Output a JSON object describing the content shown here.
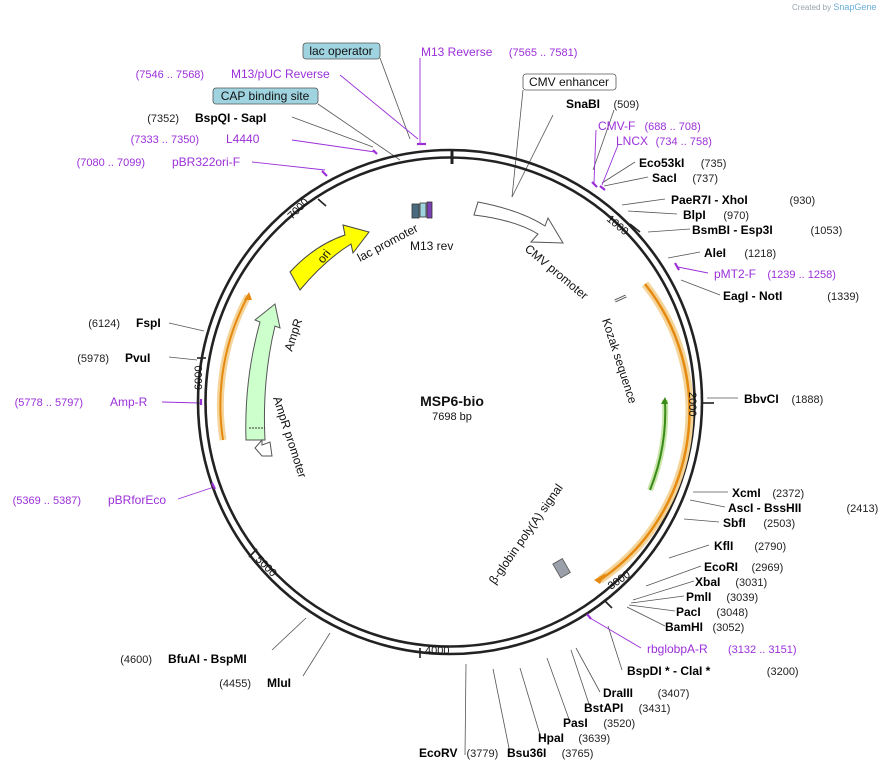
{
  "watermark": {
    "prefix": "Created by",
    "brand": "SnapGene"
  },
  "plasmid": {
    "name": "MSP6-bio",
    "size": "7698 bp"
  },
  "ticks": [
    "1000",
    "2000",
    "3000",
    "4000",
    "5000",
    "6000",
    "7000"
  ],
  "features": {
    "lac_operator": "lac operator",
    "cap_site": "CAP binding site",
    "cmv_enhancer": "CMV enhancer",
    "lac_promoter": "lac promoter",
    "m13_rev": "M13 rev",
    "ori": "ori",
    "ampr": "AmpR",
    "ampr_promoter": "AmpR promoter",
    "cmv_promoter": "CMV promoter",
    "kozak": "Kozak sequence",
    "polya": "β-globin poly(A) signal"
  },
  "enzymes": [
    {
      "name": "SnaBI",
      "pos": "(509)"
    },
    {
      "name": "Eco53kI",
      "pos": "(735)"
    },
    {
      "name": "SacI",
      "pos": "(737)"
    },
    {
      "name": "PaeR7I",
      "name2": "XhoI",
      "pos": "(930)"
    },
    {
      "name": "BlpI",
      "pos": "(970)"
    },
    {
      "name": "BsmBI",
      "name2": "Esp3I",
      "pos": "(1053)"
    },
    {
      "name": "AleI",
      "pos": "(1218)"
    },
    {
      "name": "EagI",
      "name2": "NotI",
      "pos": "(1339)"
    },
    {
      "name": "BbvCI",
      "pos": "(1888)"
    },
    {
      "name": "XcmI",
      "pos": "(2372)"
    },
    {
      "name": "AscI",
      "name2": "BssHII",
      "pos": "(2413)"
    },
    {
      "name": "SbfI",
      "pos": "(2503)"
    },
    {
      "name": "KflI",
      "pos": "(2790)"
    },
    {
      "name": "EcoRI",
      "pos": "(2969)"
    },
    {
      "name": "XbaI",
      "pos": "(3031)"
    },
    {
      "name": "PmlI",
      "pos": "(3039)"
    },
    {
      "name": "PacI",
      "pos": "(3048)"
    },
    {
      "name": "BamHI",
      "pos": "(3052)"
    },
    {
      "name": "BspDI *",
      "name2": "ClaI *",
      "pos": "(3200)"
    },
    {
      "name": "DraIII",
      "pos": "(3407)"
    },
    {
      "name": "BstAPI",
      "pos": "(3431)"
    },
    {
      "name": "PasI",
      "pos": "(3520)"
    },
    {
      "name": "HpaI",
      "pos": "(3639)"
    },
    {
      "name": "Bsu36I",
      "pos": "(3765)"
    },
    {
      "name": "EcoRV",
      "pos": "(3779)"
    },
    {
      "name": "MluI",
      "pos": "(4455)"
    },
    {
      "name": "BfuAI",
      "name2": "BspMI",
      "pos": "(4600)"
    },
    {
      "name": "PvuI",
      "pos": "(5978)"
    },
    {
      "name": "FspI",
      "pos": "(6124)"
    },
    {
      "name": "BspQI",
      "name2": "SapI",
      "pos": "(7352)"
    }
  ],
  "primers": [
    {
      "name": "M13 Reverse",
      "range": "(7565 .. 7581)"
    },
    {
      "name": "M13/pUC Reverse",
      "range": "(7546 .. 7568)"
    },
    {
      "name": "L4440",
      "range": "(7333 .. 7350)"
    },
    {
      "name": "pBR322ori-F",
      "range": "(7080 .. 7099)"
    },
    {
      "name": "CMV-F",
      "range": "(688 .. 708)"
    },
    {
      "name": "LNCX",
      "range": "(734 .. 758)"
    },
    {
      "name": "pMT2-F",
      "range": "(1239 .. 1258)"
    },
    {
      "name": "Amp-R",
      "range": "(5778 .. 5797)"
    },
    {
      "name": "pBRforEco",
      "range": "(5369 .. 5387)"
    },
    {
      "name": "rbglobpA-R",
      "range": "(3132 .. 3151)"
    }
  ],
  "colors": {
    "backbone": "#222222",
    "enzyme_text": "#000000",
    "position_text": "#222222",
    "primer": "#9b30d9",
    "ori": "#ffff00",
    "ampr": "#ccffcc",
    "cds": "#ffa500",
    "label_box": "#9ed3df"
  }
}
